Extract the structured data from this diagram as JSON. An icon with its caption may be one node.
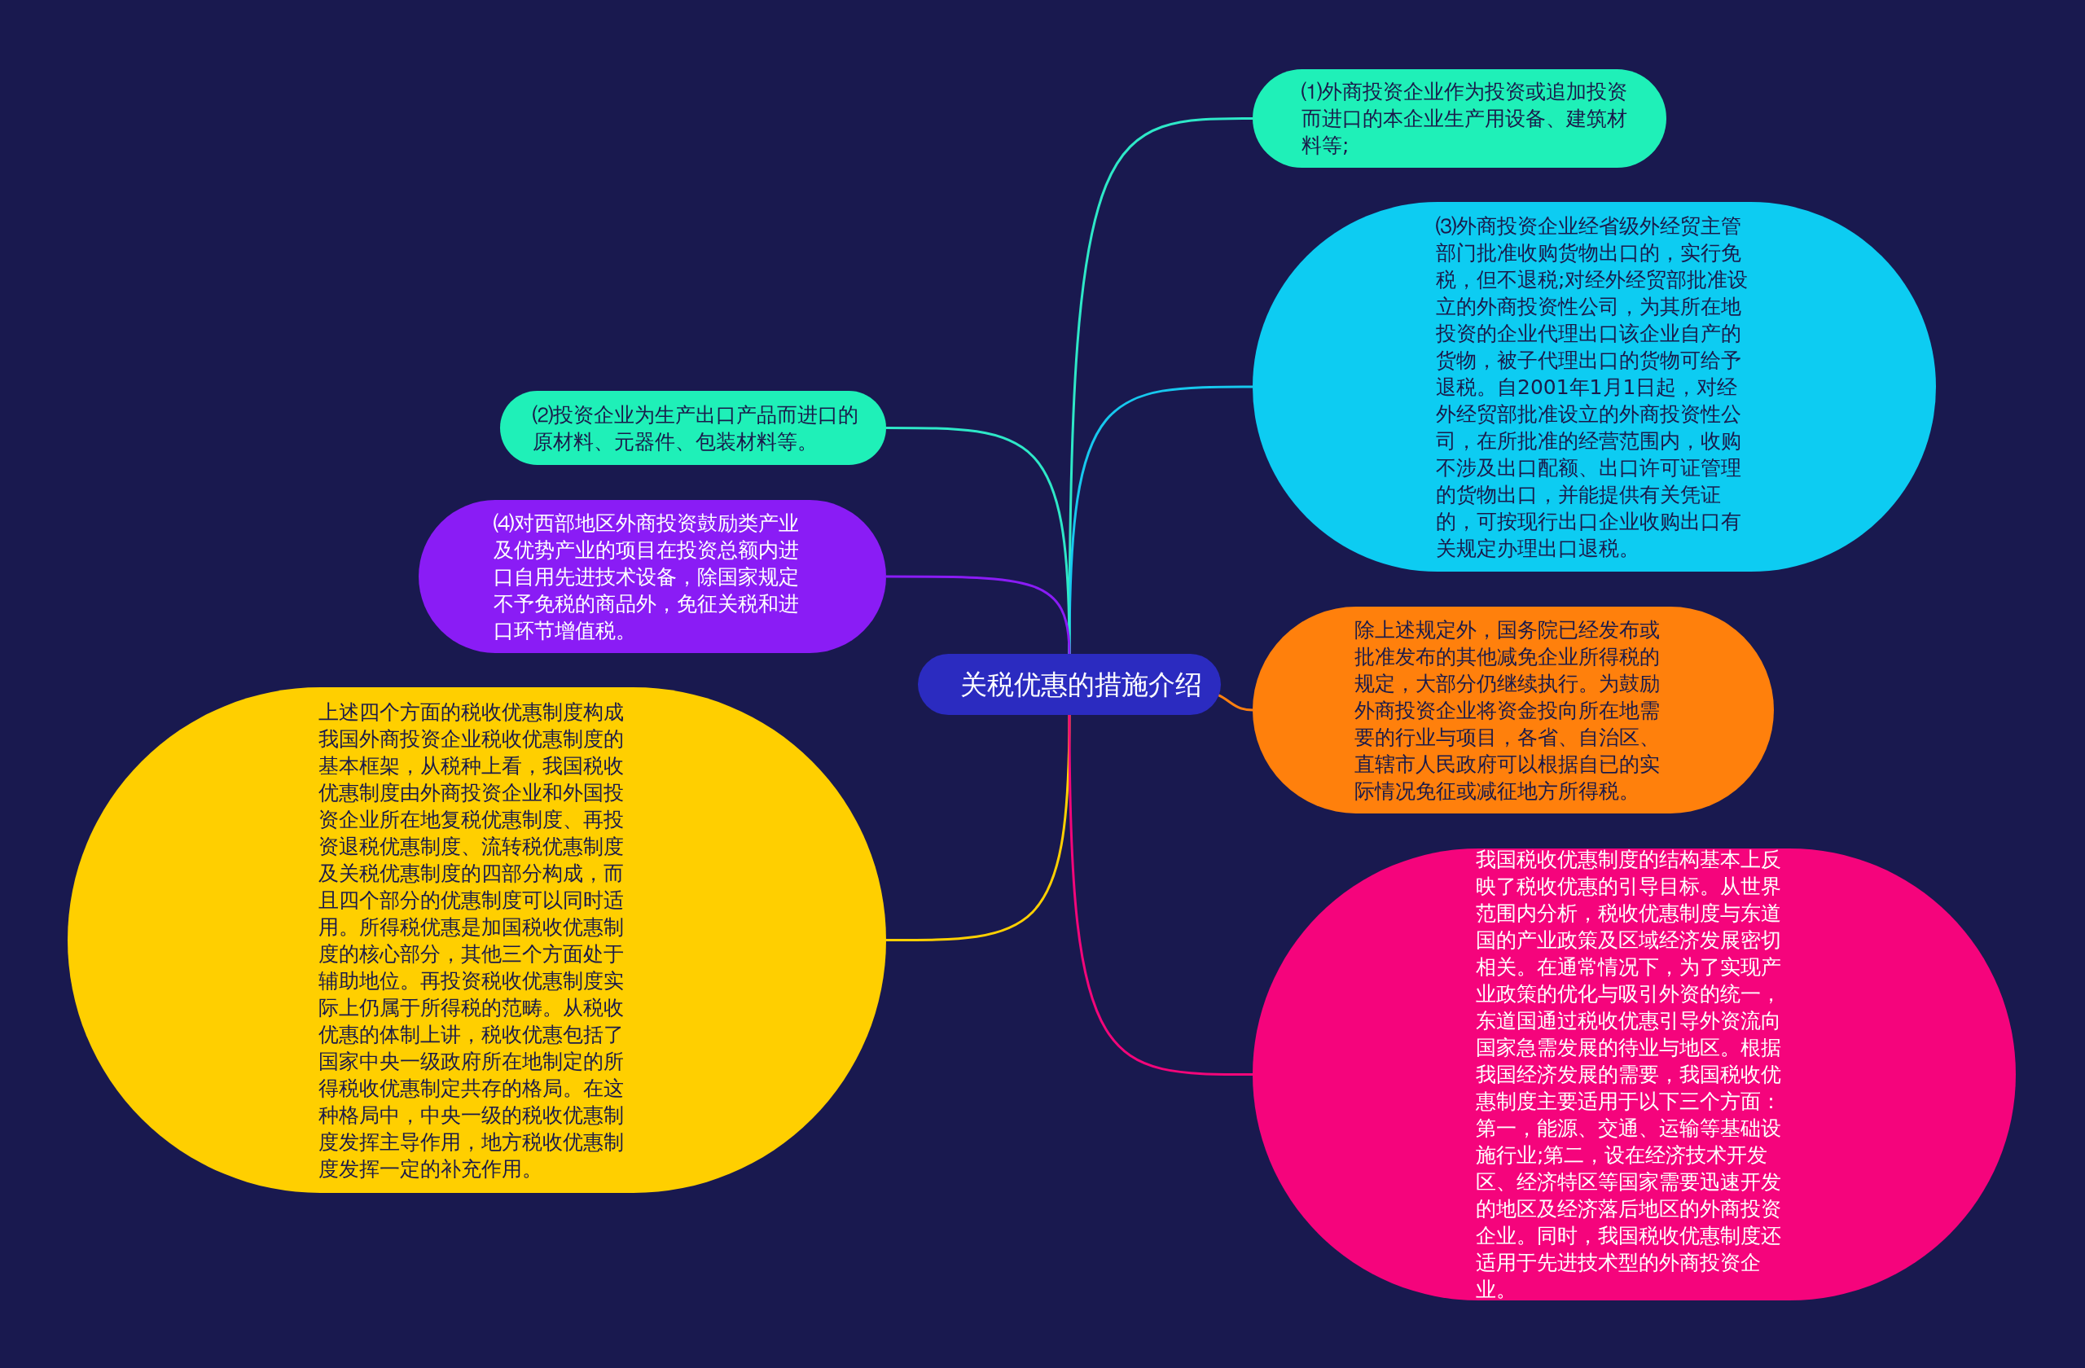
{
  "diagram": {
    "nodes": [
      {
        "text": [
          "关税优惠的措施介绍"
        ]
      },
      {
        "text": [
          "⑴外商投资企业作为投资或追加投资而进口的本企业生产用设备、建筑材料等;"
        ]
      },
      {
        "text": [
          "⑶外商投资企业经省级外经贸主管部门批准收购货物出口的，实行免税，但不退税;对经外经贸部批准设立的外商投资性公司，为其所在地投资的企业代理出口该企业自产的货物，被子代理出口的货物可给予退税。自2001年1月1日起，对经外经贸部批准设立的外商投资性公司，在所批准的经营范围内，收购不涉及出口配额、出口许可证管理的货物出口，并能提供有关凭证的，可按现行出口企业收购出口有关规定办理出口退税。"
        ]
      },
      {
        "text": [
          "⑵投资企业为生产出口产品而进口的原材料、元器件、包装材料等。"
        ]
      },
      {
        "text": [
          "⑷对西部地区外商投资鼓励类产业及优势产业的项目在投资总额内进口自用先进技术设备，除国家规定不予免税的商品外，免征关税和进口环节增值税。"
        ]
      },
      {
        "text": [
          "除上述规定外，国务院已经发布或批准发布的其他减免企业所得税的规定，大部分仍继续执行。为鼓励外商投资企业将资金投向所在地需要的行业与项目，各省、自治区、直辖市人民政府可以根据自已的实际情况免征或减征地方所得税。"
        ]
      },
      {
        "text": [
          "上述四个方面的税收优惠制度构成我国外商投资企业税收优惠制度的基本框架，从税种上看，我国税收优惠制度由外商投资企业和外国投资企业所在地复税优惠制度、再投资退税优惠制度、流转税优惠制度及关税优惠制度的四部分构成，而且四个部分的优惠制度可以同时适用。所得税优惠是加国税收优惠制度的核心部分，其他三个方面处于辅助地位。再投资税收优惠制度实际上仍属于所得税的范畴。从税收优惠的体制上讲，税收优惠包括了国家中央一级政府所在地制定的所得税收优惠制定共存的格局。在这种格局中，中央一级的税收优惠制度发挥主导作用，地方税收优惠制度发挥一定的补充作用。"
        ]
      },
      {
        "text": [
          "我国税收优惠制度的结构基本上反映了税收优惠的引导目标。从世界范围内分析，税收优惠制度与东道国的产业政策及区域经济发展密切相关。在通常情况下，为了实现产业政策的优化与吸引外资的统一，东道国通过税收优惠引导外资流向国家急需发展的待业与地区。根据我国经济发展的需要，我国税收优惠制度主要适用于以下三个方面：第一，能源、交通、运输等基础设施行业;第二，设在经济技术开发区、经济特区等国家需要迅速开发的地区及经济落后地区的外商投资企业。同时，我国税收优惠制度还适用于先进技术型的外商投资企业。"
        ]
      }
    ],
    "edges": [
      {
        "from": 0,
        "to": 1,
        "arrow": "none",
        "color": "#2ee8c8"
      },
      {
        "from": 0,
        "to": 2,
        "arrow": "none",
        "color": "#17c8ee"
      },
      {
        "from": 0,
        "to": 3,
        "arrow": "none",
        "color": "#2ee8c8"
      },
      {
        "from": 0,
        "to": 4,
        "arrow": "none",
        "color": "#8a1cf5"
      },
      {
        "from": 0,
        "to": 5,
        "arrow": "none",
        "color": "#ff8010"
      },
      {
        "from": 0,
        "to": 6,
        "arrow": "none",
        "color": "#ffd000"
      },
      {
        "from": 0,
        "to": 7,
        "arrow": "none",
        "color": "#f2067a"
      }
    ]
  }
}
